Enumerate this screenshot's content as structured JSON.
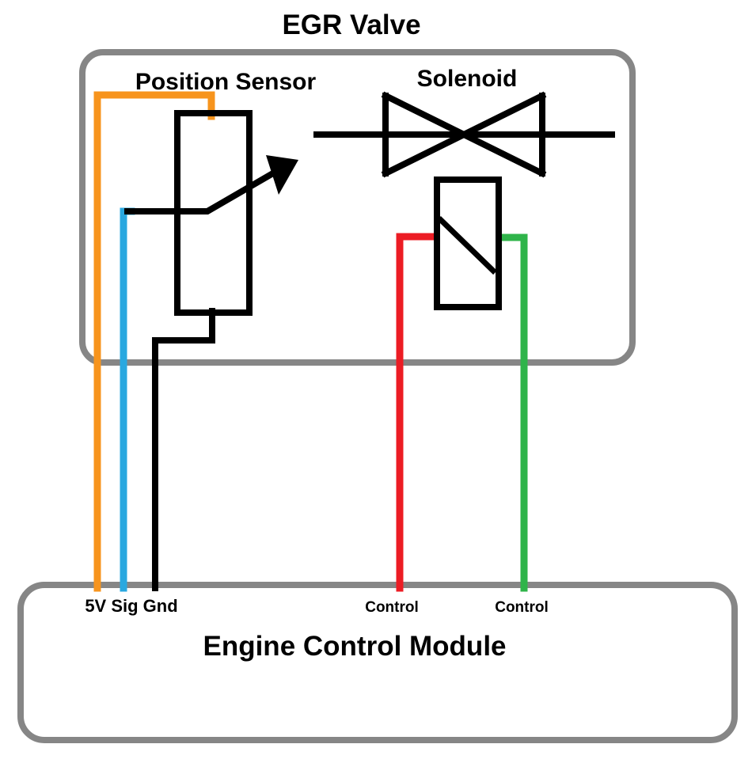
{
  "diagram": {
    "title": "EGR Valve",
    "egr_valve": {
      "position_sensor_label": "Position Sensor",
      "solenoid_label": "Solenoid"
    },
    "ecm": {
      "label": "Engine Control Module",
      "pins": {
        "sensor_group": "5V Sig Gnd",
        "control_a": "Control",
        "control_b": "Control"
      }
    },
    "colors": {
      "wire_5v_orange": "#F7941D",
      "wire_signal_blue": "#29A8E0",
      "wire_ground_black": "#000000",
      "wire_control_red": "#EC1C24",
      "wire_control_green": "#2FB44A",
      "box_border_gray": "#868686",
      "symbol_black": "#000000"
    }
  }
}
